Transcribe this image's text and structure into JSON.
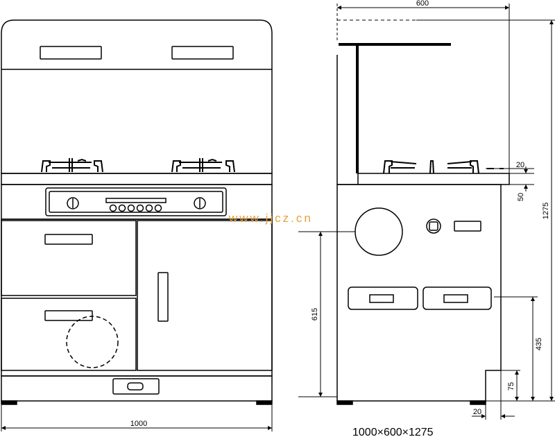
{
  "front_view": {
    "width_label": "1000"
  },
  "side_view": {
    "depth_label": "600",
    "height_label": "1275",
    "top_overhang_label": "20",
    "top_thickness_label": "50",
    "cabinet_height_label": "615",
    "drawer_height_label": "435",
    "toe_kick_height_label": "75",
    "toe_kick_depth_label": "20"
  },
  "watermark": "www.jjcz.cn",
  "caption": "1000×600×1275",
  "colors": {
    "line": "#000000",
    "panel_fill": "#ffffff",
    "watermark": "#e6a23c"
  }
}
